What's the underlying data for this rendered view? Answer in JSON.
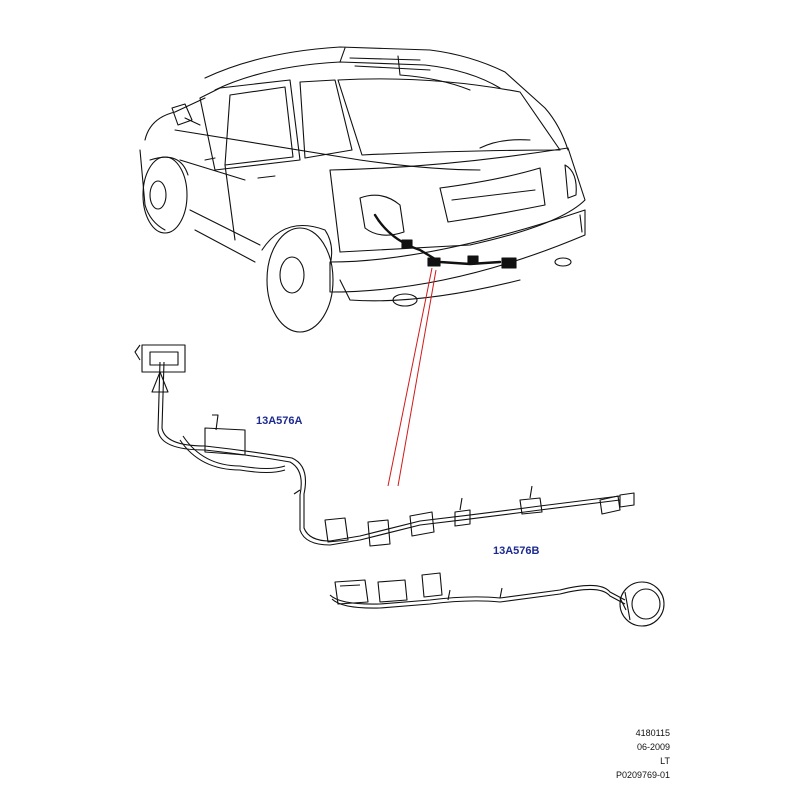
{
  "callouts": {
    "harness_a": "13A576A",
    "harness_b": "13A576B"
  },
  "reference": {
    "line1": "4180115",
    "line2": "06-2009",
    "line3": "LT",
    "line4": "P0209769-01"
  },
  "colors": {
    "line_art": "#111111",
    "callout_text": "#1c2a8f",
    "leader_lines": "#d11a1a",
    "background": "#ffffff"
  }
}
